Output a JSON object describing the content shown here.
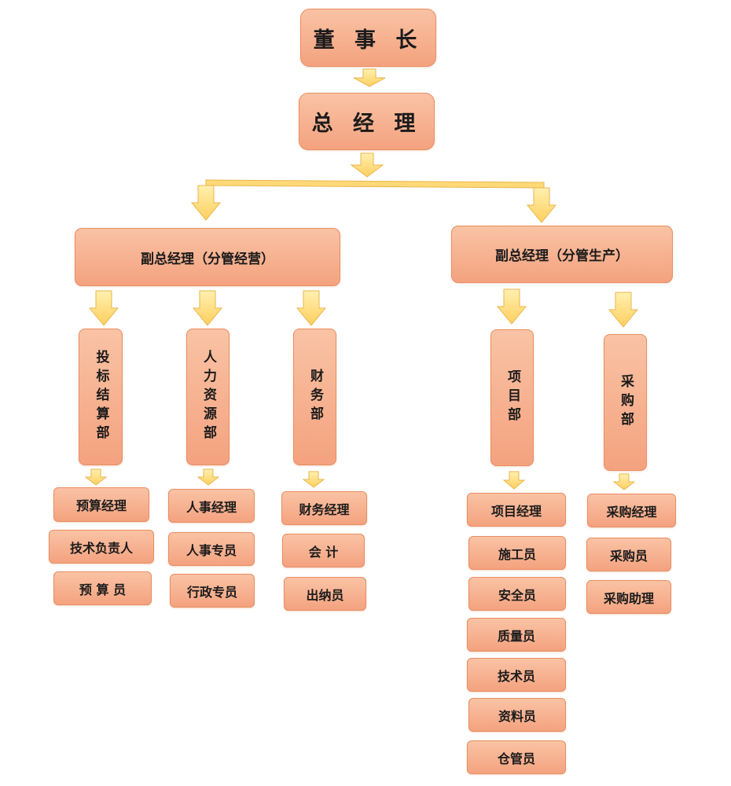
{
  "chairman": "董 事 长",
  "general_manager": "总 经 理",
  "vp_operations": "副总经理（分管经营）",
  "vp_production": "副总经理（分管生产）",
  "departments": {
    "bidding": "投标结算部",
    "hr": "人力资源部",
    "finance": "财务部",
    "project": "项目部",
    "purchasing": "采购部"
  },
  "bidding_roles": [
    "预算经理",
    "技术负责人",
    "预 算 员"
  ],
  "hr_roles": [
    "人事经理",
    "人事专员",
    "行政专员"
  ],
  "finance_roles": [
    "财务经理",
    "会 计",
    "出纳员"
  ],
  "project_roles": [
    "项目经理",
    "施工员",
    "安全员",
    "质量员",
    "技术员",
    "资料员",
    "仓管员"
  ],
  "purchasing_roles": [
    "采购经理",
    "采购员",
    "采购助理"
  ],
  "colors": {
    "box_fill_top": "#f9c3a4",
    "box_fill_bottom": "#f4a27f",
    "box_border": "#e98e63",
    "arrow_fill": "#ffd978",
    "arrow_stroke": "#eab64c"
  }
}
